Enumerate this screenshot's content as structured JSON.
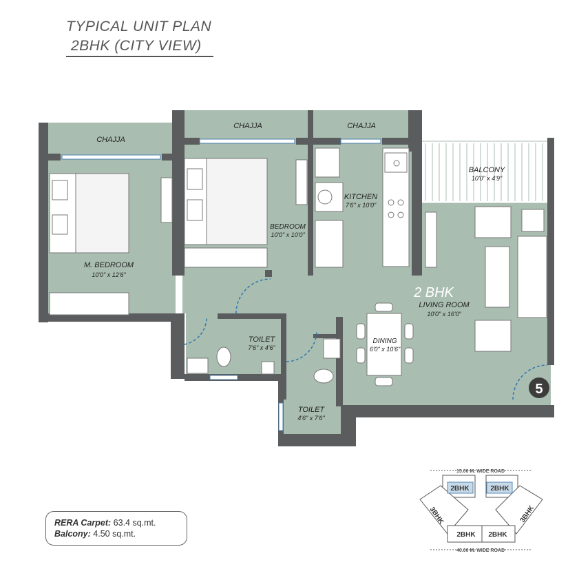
{
  "title": {
    "line1": "TYPICAL UNIT PLAN",
    "line2": "2BHK (CITY VIEW)"
  },
  "rooms": {
    "chajja_left": "CHAJJA",
    "chajja_mid": "CHAJJA",
    "chajja_right": "CHAJJA",
    "master_bedroom": {
      "name": "M. BEDROOM",
      "size": "10'0\" x 12'6\""
    },
    "bedroom": {
      "name": "BEDROOM",
      "size": "10'0\" x 10'0\""
    },
    "kitchen": {
      "name": "KITCHEN",
      "size": "7'6\" x 10'0\""
    },
    "balcony": {
      "name": "BALCONY",
      "size": "10'0\" x 4'9\""
    },
    "unit_type": "2 BHK",
    "living_room": {
      "name": "LIVING ROOM",
      "size": "10'0\" x 16'0\""
    },
    "dining": {
      "name": "DINING",
      "size": "6'0\" x 10'6\""
    },
    "toilet1": {
      "name": "TOILET",
      "size": "7'6\" x 4'6\""
    },
    "toilet2": {
      "name": "TOILET",
      "size": "4'6\" x 7'6\""
    }
  },
  "unit_number": "5",
  "area": {
    "carpet_label": "RERA Carpet:",
    "carpet_value": "63.4 sq.mt.",
    "balcony_label": "Balcony:",
    "balcony_value": "4.50 sq.mt."
  },
  "key_plan": {
    "top_road": "15.00 M. WIDE ROAD",
    "bottom_road": "40.00 M. WIDE ROAD",
    "units": [
      "2BHK",
      "2BHK",
      "3BHK",
      "3BHK",
      "2BHK",
      "2BHK"
    ]
  },
  "colors": {
    "floor": "#a9bdb0",
    "wall": "#5a5c5e",
    "door": "#2f78b0"
  }
}
